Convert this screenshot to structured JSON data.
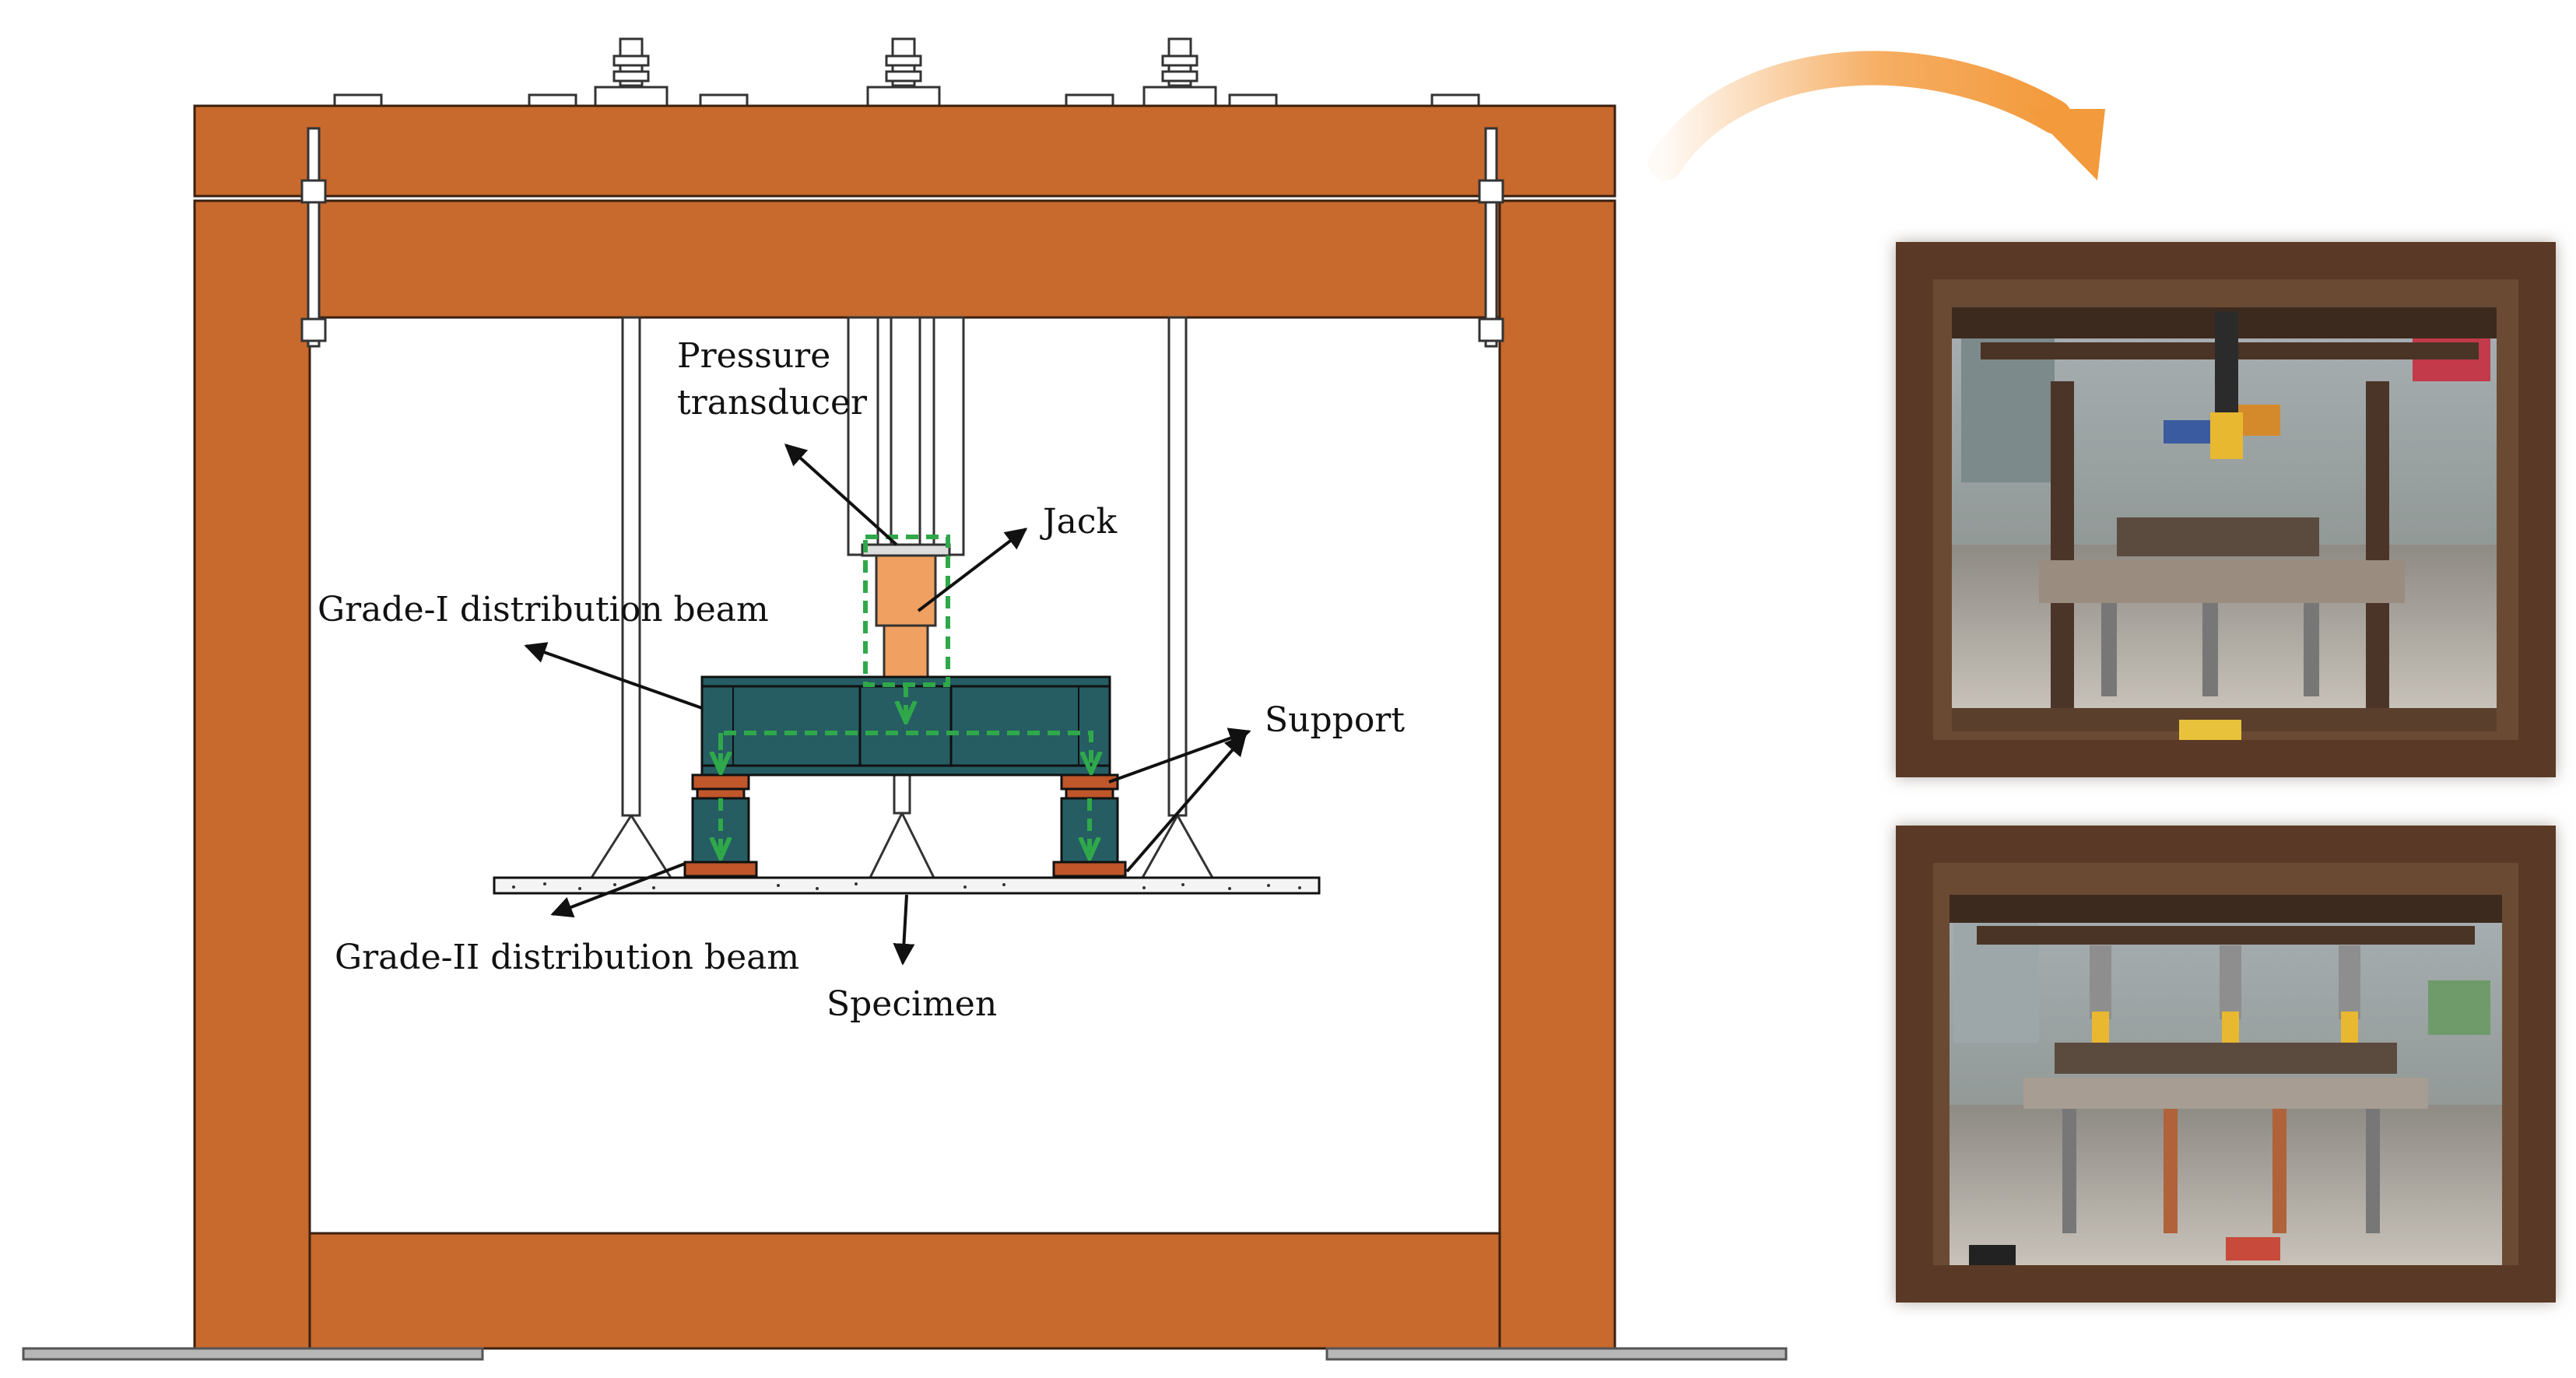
{
  "labels": {
    "pressure_line1": "Pressure",
    "pressure_line2": "transducer",
    "jack": "Jack",
    "grade1": "Grade-I distribution beam",
    "support": "Support",
    "grade2": "Grade-II distribution beam",
    "specimen": "Specimen"
  },
  "colors": {
    "frame": "#c8692d",
    "beam": "#255d63",
    "jack": "#f0a060",
    "support_pad": "#c0562a",
    "load_path": "#2fa84a",
    "arrow_curve": "#f39a3c"
  },
  "photos": {
    "top_photo": "single-jack test setup photo",
    "bottom_photo": "three-jack test setup photo"
  }
}
